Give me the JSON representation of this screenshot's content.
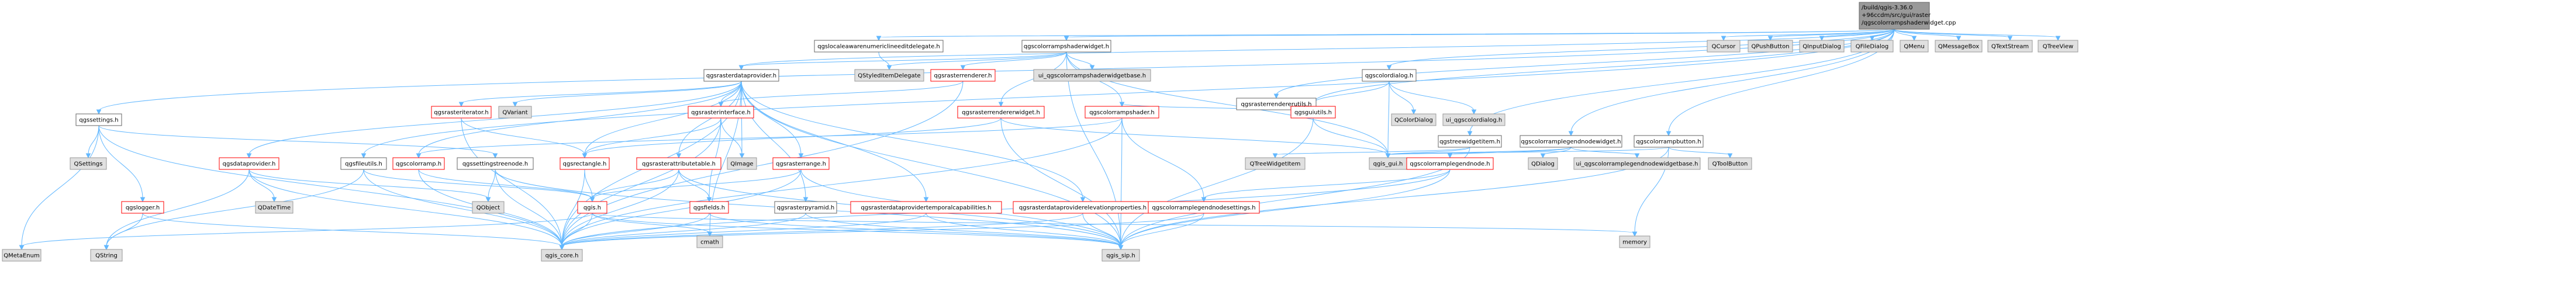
{
  "diagram": {
    "root": [
      "/build/qgis-3.36.0",
      "+96ccdm/src/gui/raster",
      "/qgscolorrampshaderwidget.cpp"
    ],
    "nodes": [
      {
        "id": "qgssettings",
        "label": "qgssettings.h",
        "style": "white"
      },
      {
        "id": "qgslocale",
        "label": "qgslocaleawarenumericlineeditdelegate.h",
        "style": "white"
      },
      {
        "id": "qgscrsw",
        "label": "qgscolorrampshaderwidget.h",
        "style": "white"
      },
      {
        "id": "qgsrasterrendererutils",
        "label": "qgsrasterrendererutils.h",
        "style": "white"
      },
      {
        "id": "qgscolordialog",
        "label": "qgscolordialog.h",
        "style": "white"
      },
      {
        "id": "qgstreewidgetitem",
        "label": "qgstreewidgetitem.h",
        "style": "white"
      },
      {
        "id": "qgscolorramplegendnodewidget",
        "label": "qgscolorramplegendnodewidget.h",
        "style": "white"
      },
      {
        "id": "qgscolorrampbutton",
        "label": "qgscolorrampbutton.h",
        "style": "white"
      },
      {
        "id": "QCursor",
        "label": "QCursor",
        "style": "gray"
      },
      {
        "id": "QPushButton",
        "label": "QPushButton",
        "style": "gray"
      },
      {
        "id": "QInputDialog",
        "label": "QInputDialog",
        "style": "gray"
      },
      {
        "id": "QFileDialog",
        "label": "QFileDialog",
        "style": "gray"
      },
      {
        "id": "QMenu",
        "label": "QMenu",
        "style": "gray"
      },
      {
        "id": "QMessageBox",
        "label": "QMessageBox",
        "style": "gray"
      },
      {
        "id": "QTextStream",
        "label": "QTextStream",
        "style": "gray"
      },
      {
        "id": "QTreeView",
        "label": "QTreeView",
        "style": "gray"
      },
      {
        "id": "qgsrasterdataprovider",
        "label": "qgsrasterdataprovider.h",
        "style": "white"
      },
      {
        "id": "QStyledItemDelegate",
        "label": "QStyledItemDelegate",
        "style": "gray"
      },
      {
        "id": "qgsrasterrenderer",
        "label": "qgsrasterrenderer.h",
        "style": "red"
      },
      {
        "id": "ui_crsw",
        "label": "ui_qgscolorrampshaderwidgetbase.h",
        "style": "gray"
      },
      {
        "id": "QColorDialog",
        "label": "QColorDialog",
        "style": "gray"
      },
      {
        "id": "ui_qgscolordialog",
        "label": "ui_qgscolordialog.h",
        "style": "gray"
      },
      {
        "id": "QSettings",
        "label": "QSettings",
        "style": "gray"
      },
      {
        "id": "qgsrasteriterator",
        "label": "qgsrasteriterator.h",
        "style": "red"
      },
      {
        "id": "QVariant",
        "label": "QVariant",
        "style": "gray"
      },
      {
        "id": "qgsrasterinterface",
        "label": "qgsrasterinterface.h",
        "style": "red"
      },
      {
        "id": "qgsrasterrendererwidget",
        "label": "qgsrasterrendererwidget.h",
        "style": "red"
      },
      {
        "id": "qgscolorrampshader",
        "label": "qgscolorrampshader.h",
        "style": "red"
      },
      {
        "id": "qgsguiutils",
        "label": "qgsguiutils.h",
        "style": "red"
      },
      {
        "id": "qgsdataprovider",
        "label": "qgsdataprovider.h",
        "style": "red"
      },
      {
        "id": "qgsfileutils",
        "label": "qgsfileutils.h",
        "style": "white"
      },
      {
        "id": "qgscolorramp",
        "label": "qgscolorramp.h",
        "style": "red"
      },
      {
        "id": "qgssettingstreenode",
        "label": "qgssettingstreenode.h",
        "style": "white"
      },
      {
        "id": "qgsrectangle",
        "label": "qgsrectangle.h",
        "style": "red"
      },
      {
        "id": "qgsrasterattributetable",
        "label": "qgsrasterattributetable.h",
        "style": "red"
      },
      {
        "id": "QImage",
        "label": "QImage",
        "style": "gray"
      },
      {
        "id": "qgsrasterrange",
        "label": "qgsrasterrange.h",
        "style": "red"
      },
      {
        "id": "QTreeWidgetItem",
        "label": "QTreeWidgetItem",
        "style": "gray"
      },
      {
        "id": "qgs_gui",
        "label": "qgis_gui.h",
        "style": "gray"
      },
      {
        "id": "qgscolorramplegendnode",
        "label": "qgscolorramplegendnode.h",
        "style": "red"
      },
      {
        "id": "QDialog",
        "label": "QDialog",
        "style": "gray"
      },
      {
        "id": "ui_legendnodewidgetbase",
        "label": "ui_qgscolorramplegendnodewidgetbase.h",
        "style": "gray"
      },
      {
        "id": "QToolButton",
        "label": "QToolButton",
        "style": "gray"
      },
      {
        "id": "qgslogger",
        "label": "qgslogger.h",
        "style": "red"
      },
      {
        "id": "QDateTime",
        "label": "QDateTime",
        "style": "gray"
      },
      {
        "id": "QObject",
        "label": "QObject",
        "style": "gray"
      },
      {
        "id": "qgis_h",
        "label": "qgis.h",
        "style": "red"
      },
      {
        "id": "qgsfields",
        "label": "qgsfields.h",
        "style": "red"
      },
      {
        "id": "qgsrasterpyramid",
        "label": "qgsrasterpyramid.h",
        "style": "white"
      },
      {
        "id": "qgsrdptc",
        "label": "qgsrasterdataprovidertemporalcapabilities.h",
        "style": "red"
      },
      {
        "id": "qgsrdpep",
        "label": "qgsrasterdataproviderelevationproperties.h",
        "style": "red"
      },
      {
        "id": "qgscrlns",
        "label": "qgscolorramplegendnodesettings.h",
        "style": "red"
      },
      {
        "id": "QMetaEnum",
        "label": "QMetaEnum",
        "style": "gray"
      },
      {
        "id": "QString",
        "label": "QString",
        "style": "gray"
      },
      {
        "id": "qgis_core",
        "label": "qgis_core.h",
        "style": "gray"
      },
      {
        "id": "cmath",
        "label": "cmath",
        "style": "gray"
      },
      {
        "id": "qgis_sip",
        "label": "qgis_sip.h",
        "style": "gray"
      },
      {
        "id": "memory",
        "label": "memory",
        "style": "gray"
      }
    ]
  }
}
